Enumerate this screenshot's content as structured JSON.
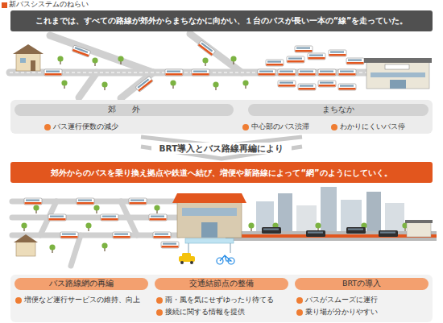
{
  "diagram": {
    "title": "新バスシステムのねらい",
    "nodes": [
      {
        "text": [
          "これまでは、すべての路線が郊外からまちなかに向かい、１台のバスが長い一本の“線”を走っていた。"
        ]
      },
      {
        "text": [
          "郊　　外"
        ]
      },
      {
        "text": [
          "まちなか"
        ]
      },
      {
        "text": [
          "郊外からのバスを乗り換え拠点や鉄道へ結び、増便や新路線によって“網”のようにしていく。"
        ]
      },
      {
        "text": [
          "バス路線網の再編"
        ]
      },
      {
        "text": [
          "交通結節点の整備"
        ]
      },
      {
        "text": [
          "BRTの導入"
        ]
      }
    ],
    "edges": [],
    "labels": [
      "バス運行便数の減少",
      "中心部のバス渋滞",
      "わかりにくいバス停",
      "BRT導入とバス路線再編により",
      "増便など運行サービスの維持、向上",
      "雨・風を気にせずゆったり待てる",
      "接続に関する情報を提供",
      "バスがスムーズに運行",
      "乗り場が分かりやすい"
    ]
  }
}
